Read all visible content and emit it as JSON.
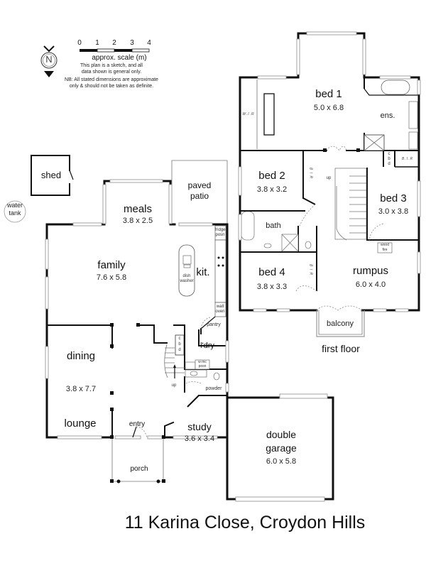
{
  "address": "11 Karina Close, Croydon Hills",
  "scale": {
    "ticks": [
      "0",
      "1",
      "2",
      "3",
      "4"
    ],
    "label": "approx. scale (m)",
    "note_line1": "This plan is a sketch, and all",
    "note_line2": "data shown is general only.",
    "note_line3": "NB: All stated dimensions are approximate",
    "note_line4": "only & should not be taken as definite."
  },
  "compass": {
    "letter": "N"
  },
  "ground_floor": {
    "rooms": {
      "shed": {
        "name": "shed"
      },
      "water_tank": {
        "line1": "water",
        "line2": "tank"
      },
      "paved_patio": {
        "line1": "paved",
        "line2": "patio"
      },
      "meals": {
        "name": "meals",
        "dim": "3.8 x 2.5"
      },
      "family": {
        "name": "family",
        "dim": "7.6 x 5.8"
      },
      "kitchen": {
        "name": "kit."
      },
      "pantry": {
        "name": "pantry"
      },
      "laundry": {
        "name": "l'dry"
      },
      "dining": {
        "name": "dining",
        "dim": "3.8 x 7.7"
      },
      "lounge": {
        "name": "lounge"
      },
      "entry": {
        "name": "entry"
      },
      "porch": {
        "name": "porch"
      },
      "study": {
        "name": "study",
        "dim": "3.6 x 3.4"
      },
      "powder": {
        "name": "powder"
      },
      "garage": {
        "line1": "double",
        "line2": "garage",
        "dim": "6.0 x 5.8"
      }
    },
    "fixtures": {
      "fridge": {
        "line1": "fridge",
        "line2": "posn"
      },
      "dishwasher": {
        "line1": "dish",
        "line2": "washer"
      },
      "wall_oven": {
        "line1": "wall",
        "line2": "oven"
      },
      "cbd": {
        "l1": "c",
        "l2": "b",
        "l3": "d"
      },
      "wm": {
        "line1": "w mc",
        "line2": "posn"
      },
      "stairs_up": "up"
    }
  },
  "first_floor": {
    "label": "first floor",
    "rooms": {
      "bed1": {
        "name": "bed 1",
        "dim": "5.0 x 6.8"
      },
      "wir": {
        "name": "W.I.R"
      },
      "ensuite": {
        "name": "ens."
      },
      "bed2": {
        "name": "bed 2",
        "dim": "3.8 x 3.2"
      },
      "bed3": {
        "name": "bed 3",
        "dim": "3.0 x 3.8"
      },
      "bed4": {
        "name": "bed 4",
        "dim": "3.8 x 3.3"
      },
      "bath": {
        "name": "bath"
      },
      "rumpus": {
        "name": "rumpus",
        "dim": "6.0 x 4.0"
      },
      "balcony": {
        "name": "balcony"
      }
    },
    "fixtures": {
      "bir": "B I R",
      "bir_h": "B.I.R",
      "cbd": {
        "l1": "c",
        "l2": "b",
        "l3": "d"
      },
      "wood_fire": {
        "line1": "wood",
        "line2": "fire"
      },
      "stairs_up": "up"
    }
  }
}
